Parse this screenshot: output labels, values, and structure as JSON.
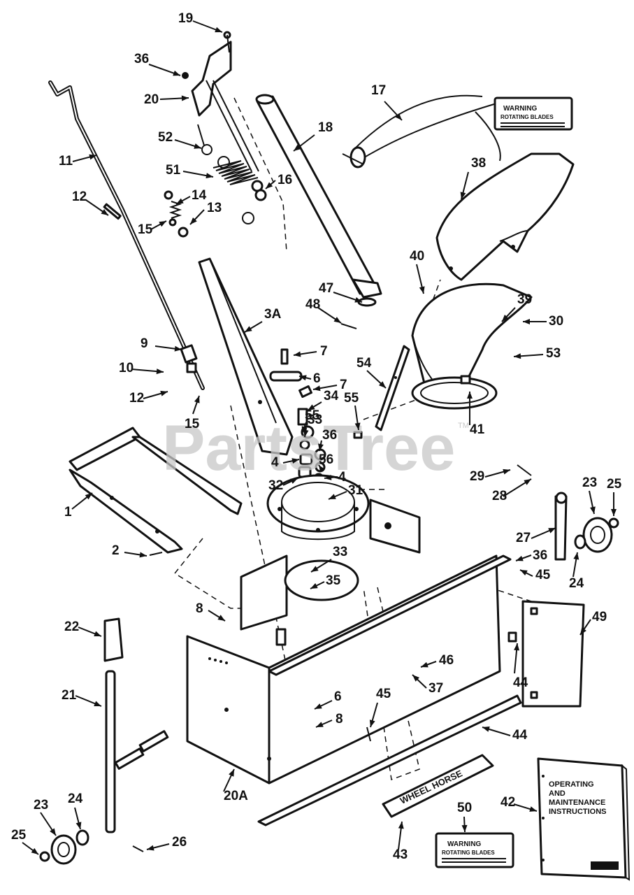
{
  "watermark": {
    "text": "PartsTree",
    "trademark": "TM"
  },
  "labels": {
    "warning_decal_56": {
      "title": "WARNING",
      "subtitle": "ROTATING BLADES"
    },
    "warning_decal_49": {
      "title": "WARNING",
      "subtitle": "ROTATING BLADES"
    },
    "brand_decal_42": "WHEEL HORSE",
    "manual_41": {
      "line1": "OPERATING",
      "line2": "AND",
      "line3": "MAINTENANCE",
      "line4": "INSTRUCTIONS"
    }
  },
  "callouts": [
    "1",
    "2",
    "3A",
    "4",
    "4",
    "6",
    "6",
    "7",
    "7",
    "8",
    "8",
    "9",
    "10",
    "11",
    "12",
    "12",
    "13",
    "14",
    "15",
    "15",
    "16",
    "17",
    "18",
    "19",
    "20",
    "20A",
    "21",
    "22",
    "23",
    "23",
    "24",
    "24",
    "25",
    "25",
    "26",
    "27",
    "28",
    "29",
    "30",
    "31",
    "32",
    "33",
    "33",
    "34",
    "35",
    "36",
    "36",
    "36",
    "37",
    "38",
    "39",
    "40",
    "41",
    "42",
    "43",
    "44",
    "44",
    "45",
    "45",
    "46",
    "47",
    "48",
    "49",
    "50",
    "51",
    "52",
    "53",
    "54",
    "55",
    "55",
    "56"
  ],
  "colors": {
    "ink": "#111111",
    "paper": "#ffffff",
    "watermark": "#c8c8c8"
  }
}
